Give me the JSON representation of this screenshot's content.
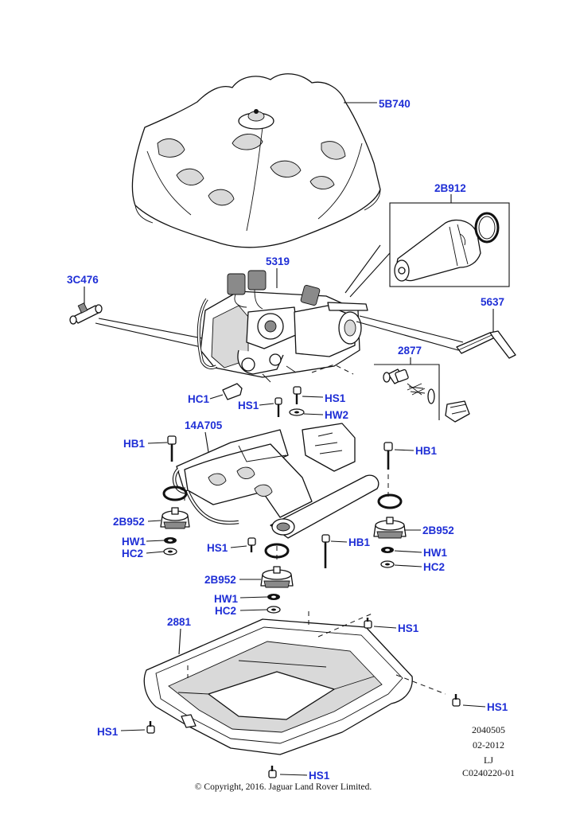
{
  "labels": {
    "cover": "5B740",
    "kit_box": "2B912",
    "connector": "3C476",
    "compressor": "5319",
    "tool": "5637",
    "valve_kit": "2877",
    "clip": "HC1",
    "screw_top_left": "HS1",
    "screw_top_right": "HS1",
    "washer_top": "HW2",
    "bracket": "14A705",
    "bolt_left": "HB1",
    "bolt_right": "HB1",
    "mount_left": "2B952",
    "mount_right": "2B952",
    "mount_center": "2B952",
    "washer_left": "HW1",
    "nut_left": "HC2",
    "washer_right": "HW1",
    "nut_right": "HC2",
    "screw_mid": "HS1",
    "bolt_mid": "HB1",
    "washer_center": "HW1",
    "nut_center": "HC2",
    "lower_tray": "2881",
    "screw_tray_top": "HS1",
    "screw_tray_right": "HS1",
    "screw_tray_left": "HS1",
    "screw_tray_bottom": "HS1"
  },
  "reference": {
    "number": "2040505",
    "date": "02-2012",
    "initials": "LJ",
    "code": "C0240220-01"
  },
  "copyright": "© Copyright, 2016. Jaguar Land Rover Limited.",
  "colors": {
    "label": "#1f2fd6",
    "ink": "#111111",
    "background": "#ffffff"
  }
}
